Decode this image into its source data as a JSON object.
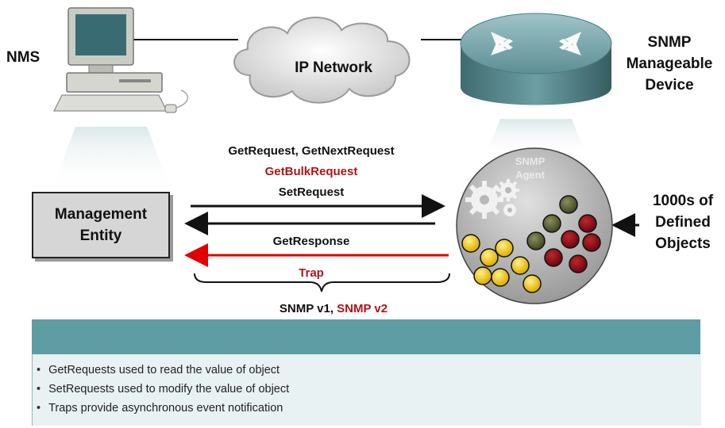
{
  "labels": {
    "nms": "NMS",
    "ip_network": "IP Network",
    "snmp_device": [
      "SNMP",
      "Manageable",
      "Device"
    ],
    "management_entity": [
      "Management",
      "Entity"
    ],
    "agent": [
      "SNMP",
      "Agent"
    ],
    "defined_objects": [
      "1000s of",
      "Defined",
      "Objects"
    ]
  },
  "messages": {
    "get_requests": "GetRequest, GetNextRequest",
    "get_bulk": "GetBulkRequest",
    "set_request": "SetRequest",
    "get_response": "GetResponse",
    "trap": "Trap"
  },
  "versions": {
    "v1": "SNMP v1, ",
    "v2": "SNMP v2"
  },
  "bullets": [
    "GetRequests used to read the value of object",
    "SetRequests used to modify the value of object",
    "Traps provide asynchronous event notification"
  ],
  "colors": {
    "accent_red": "#b0141c",
    "panel_header": "#5e9da3",
    "panel_body": "#e9f2f2",
    "object_yellow": "#f3cd0c",
    "object_olive": "#5f6435",
    "object_red": "#8c0f16"
  },
  "icons": [
    "computer-icon",
    "cloud-icon",
    "router-icon",
    "gear-icon"
  ]
}
